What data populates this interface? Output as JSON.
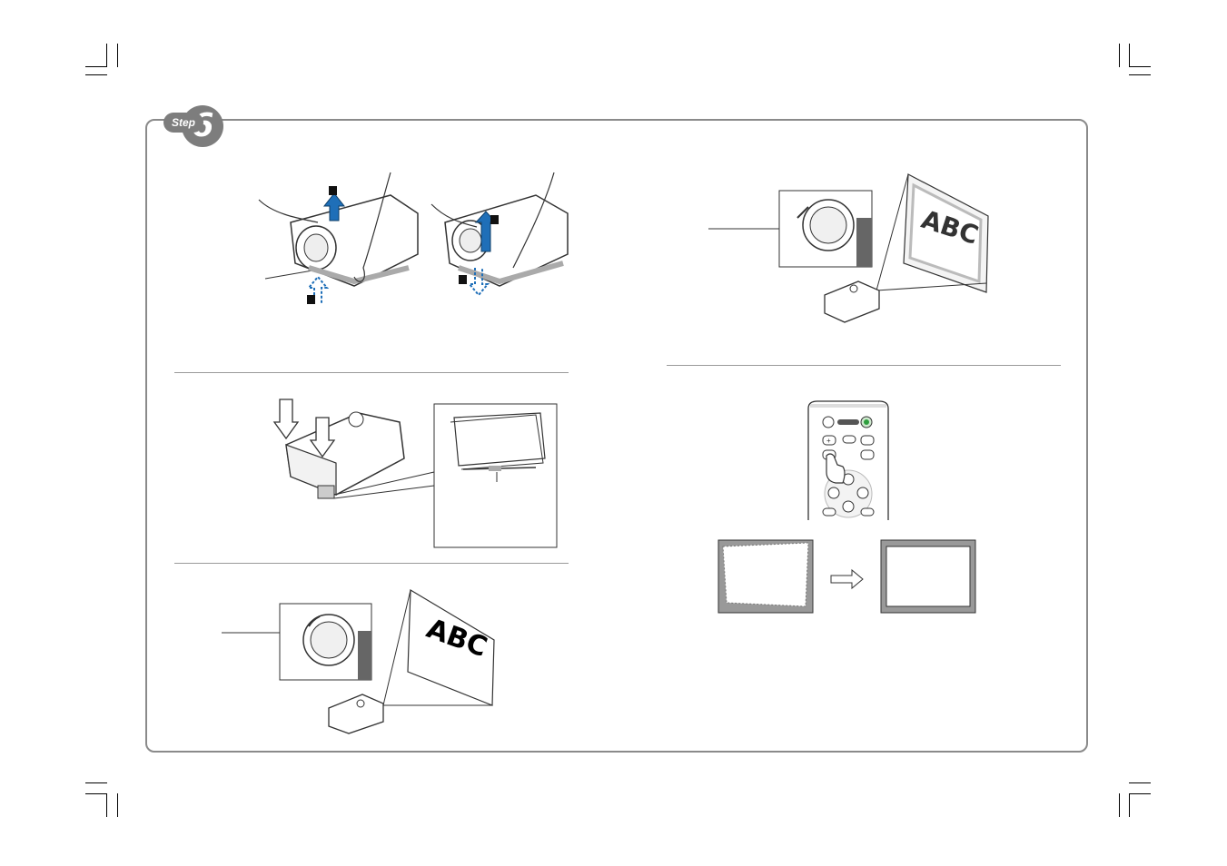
{
  "step": {
    "label": "Step",
    "number": "6"
  },
  "illustrations": {
    "screen_text_left": "ABC",
    "screen_text_right": "ABC"
  },
  "colors": {
    "accent_blue": "#1f6fb8",
    "badge_gray": "#7d7d7d",
    "outline": "#333333"
  }
}
